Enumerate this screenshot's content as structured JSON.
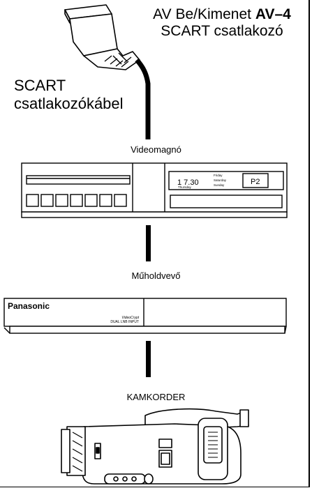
{
  "header": {
    "line1_prefix": "AV Be/Kimenet ",
    "line1_bold": "AV–4",
    "line2": "SCART csatlakozó"
  },
  "cable_label": {
    "line1": "SCART",
    "line2": "csatlakozókábel"
  },
  "vcr": {
    "label": "Videomagnó",
    "display_time": "1 7.30",
    "display_sub": "Thursday",
    "days": [
      "Friday",
      "Saturday",
      "Sunday"
    ],
    "channel": "P2"
  },
  "satellite": {
    "label": "Műholdvevő",
    "brand": "Panasonic",
    "badge_line1": "VideoCrypt",
    "badge_line2": "DUAL LNB INPUT"
  },
  "camcorder": {
    "label": "KAMKORDER"
  },
  "icons": [
    "scart-plug-icon",
    "vcr-icon",
    "satellite-receiver-icon",
    "camcorder-icon"
  ]
}
